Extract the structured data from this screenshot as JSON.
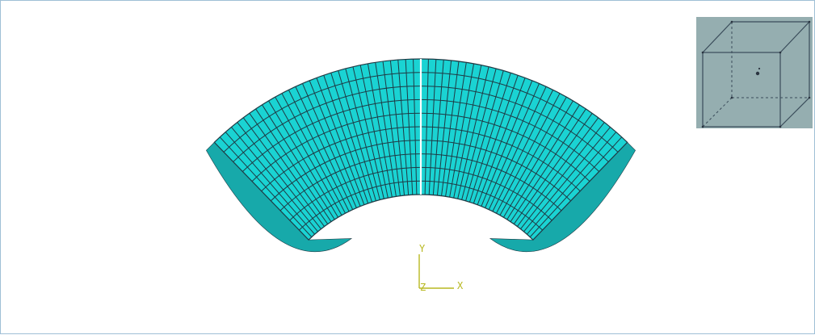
{
  "viewport": {
    "background": "#ffffff",
    "border_color": "#9fbfd6"
  },
  "model": {
    "type": "meshed arch (half-annulus)",
    "fill_color": "#1ad3d3",
    "edge_color": "#1f3a44",
    "partition_color": "#ffffff",
    "radial_divisions": 10,
    "circumferential_divisions_per_half": 30
  },
  "triad": {
    "x_label": "X",
    "y_label": "Y",
    "z_label": "Z",
    "color": "#b8b820"
  },
  "view_cube": {
    "name": "view-cube",
    "background": "#95aeb0"
  }
}
